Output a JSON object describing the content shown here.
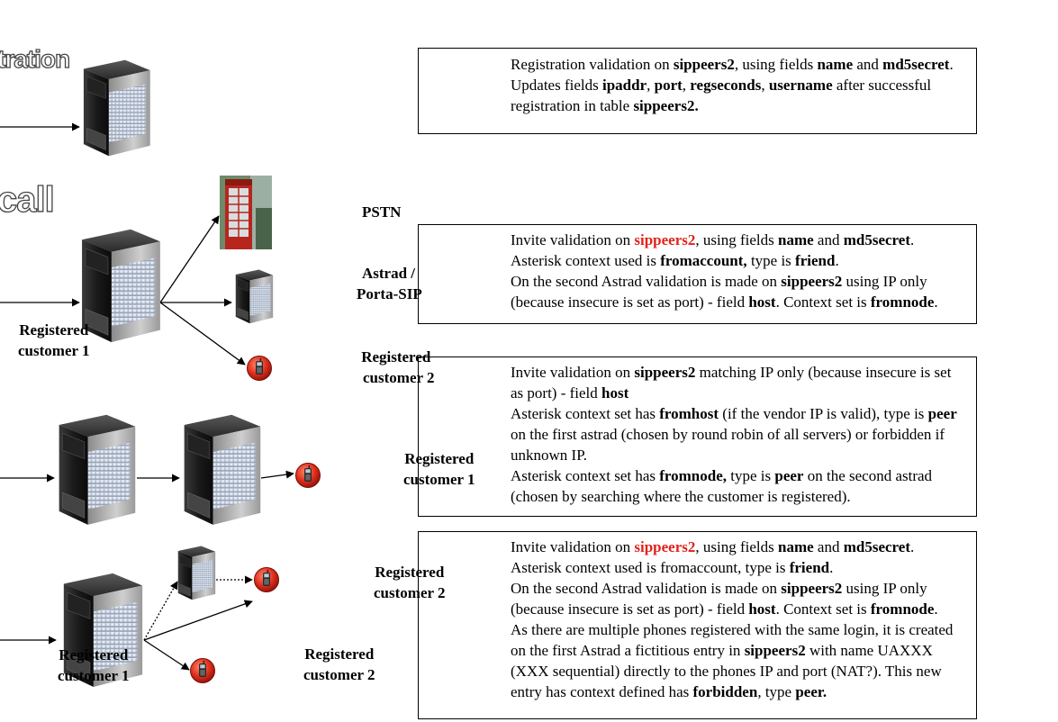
{
  "headings": {
    "registration": "tration",
    "call": "call"
  },
  "labels": {
    "pstn": "PSTN",
    "astrad": "Astrad /",
    "porta_sip": "Porta-SIP",
    "reg": "Registered",
    "cust1": "customer 1",
    "cust2": "customer 2"
  },
  "boxes": {
    "registration": {
      "l1a": "Registration validation on ",
      "l1b": "sippeers2",
      "l1c": ", using fields ",
      "l1d": "name",
      "l1e": " and ",
      "l1f": "md5secret",
      "l1g": ".",
      "l2a": "Updates fields ",
      "l2b": "ipaddr",
      "l2c": ", ",
      "l2d": "port",
      "l2e": ", ",
      "l2f": "regseconds",
      "l2g": ", ",
      "l2h": "username",
      "l2i": " after successful",
      "l3a": "registration in table ",
      "l3b": "sippeers2."
    },
    "pstn_call": {
      "l1a": "Invite validation on ",
      "l1b": "sippeers2",
      "l1c": ", using fields ",
      "l1d": "name",
      "l1e": " and ",
      "l1f": "md5secret",
      "l1g": ".",
      "l2a": "Asterisk context used is ",
      "l2b": "fromaccount,",
      "l2c": " type is ",
      "l2d": "friend",
      "l2e": ".",
      "l3a": "On the second Astrad validation is made on ",
      "l3b": "sippeers2",
      "l3c": " using IP only",
      "l4a": "(because insecure is set as port) - field ",
      "l4b": "host",
      "l4c": ". Context set is ",
      "l4d": "fromnode",
      "l4e": "."
    },
    "vendor_call": {
      "l1a": "Invite validation on ",
      "l1b": "sippeers2",
      "l1c": " matching IP only (because insecure is set",
      "l2a": "as port) - field ",
      "l2b": "host",
      "l3a": "Asterisk context set has ",
      "l3b": "fromhost",
      "l3c": " (if the vendor IP is valid), type is ",
      "l3d": "peer",
      "l4a": "on the first astrad (chosen by round robin of all servers) or forbidden if",
      "l5a": "unknown IP.",
      "l6a": "Asterisk context set has ",
      "l6b": "fromnode,",
      "l6c": " type is ",
      "l6d": "peer",
      "l6e": " on the second astrad",
      "l7a": "(chosen by searching where the customer is registered)."
    },
    "multi_call": {
      "l1a": "Invite validation on ",
      "l1b": "sippeers2",
      "l1c": ", using fields ",
      "l1d": "name",
      "l1e": " and ",
      "l1f": "md5secret",
      "l1g": ".",
      "l2a": "Asterisk context used is fromaccount, type is ",
      "l2b": "friend",
      "l2c": ".",
      "l3a": "On the second Astrad validation is made on ",
      "l3b": "sippeers2",
      "l3c": " using IP only",
      "l4a": "(because insecure is set as port) - field ",
      "l4b": "host",
      "l4c": ". Context set is ",
      "l4d": "fromnode",
      "l4e": ".",
      "l5a": "As there are multiple phones registered with the same login, it is created",
      "l6a": "on the first Astrad a fictitious entry in ",
      "l6b": "sippeers2",
      "l6c": " with name UAXXX",
      "l7a": "(XXX sequential) directly to the phones IP and port (NAT?). This new",
      "l8a": "entry has context defined has ",
      "l8b": "forbidden",
      "l8c": ", type ",
      "l8d": "peer."
    }
  },
  "colors": {
    "highlight": "#e0231b",
    "phone": "#e03020"
  },
  "icons": [
    "server-icon",
    "phone-icon",
    "phone-booth-icon"
  ]
}
